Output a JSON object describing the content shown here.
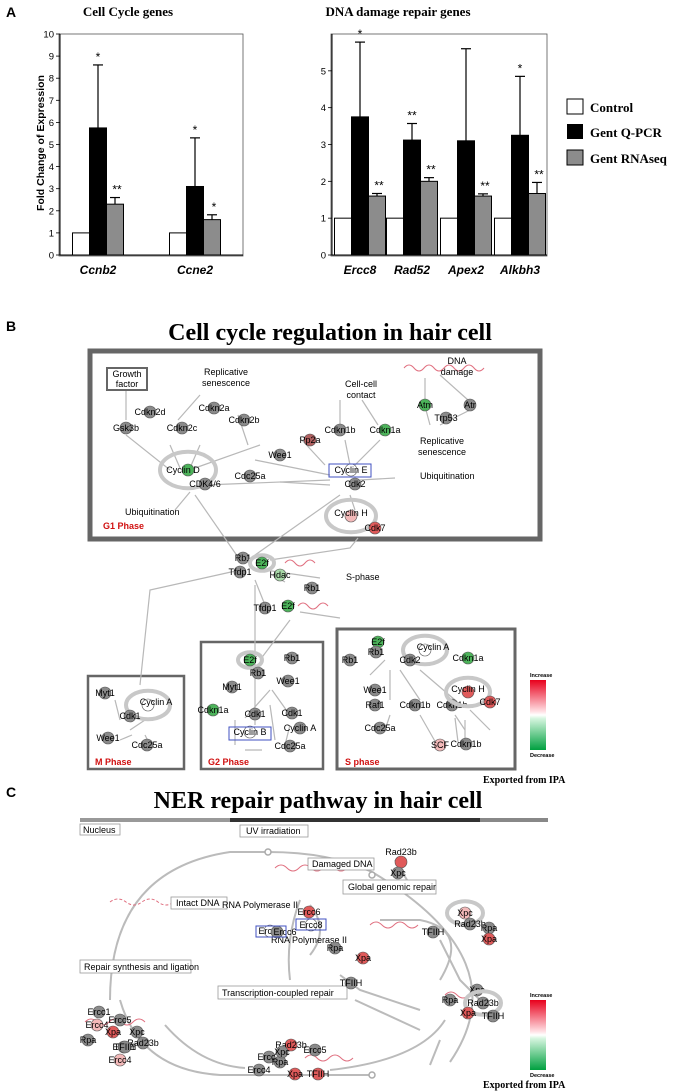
{
  "panel_a": {
    "letter": "A",
    "left_title": "Cell Cycle genes",
    "right_title": "DNA damage repair genes",
    "ylabel": "Fold Change of Expression",
    "legend": [
      "Control",
      "Gent Q-PCR",
      "Gent RNAseq"
    ]
  },
  "chart_data": [
    {
      "type": "bar",
      "title": "Cell Cycle genes",
      "ylabel": "Fold Change of Expression",
      "ylim": [
        0,
        10
      ],
      "yticks": [
        0,
        1,
        2,
        3,
        4,
        5,
        6,
        7,
        8,
        9,
        10
      ],
      "categories": [
        "Ccnb2",
        "Ccne2"
      ],
      "legend_position": "right",
      "grid": false,
      "series": [
        {
          "name": "Control",
          "values": [
            1,
            1
          ],
          "error": [
            0,
            0
          ],
          "sig": [
            "",
            ""
          ],
          "color": "#ffffff"
        },
        {
          "name": "Gent Q-PCR",
          "values": [
            5.75,
            3.1
          ],
          "error": [
            2.85,
            2.2
          ],
          "sig": [
            "*",
            "*"
          ],
          "color": "#000000"
        },
        {
          "name": "Gent RNAseq",
          "values": [
            2.3,
            1.6
          ],
          "error": [
            0.3,
            0.22
          ],
          "sig": [
            "**",
            "*"
          ],
          "color": "#8c8c8c"
        }
      ]
    },
    {
      "type": "bar",
      "title": "DNA damage repair genes",
      "ylabel": "",
      "ylim": [
        0,
        6
      ],
      "yticks": [
        0,
        1,
        2,
        3,
        4,
        5
      ],
      "categories": [
        "Ercc8",
        "Rad52",
        "Apex2",
        "Alkbh3"
      ],
      "legend_position": "right",
      "grid": false,
      "series": [
        {
          "name": "Control",
          "values": [
            1,
            1,
            1,
            1
          ],
          "error": [
            0,
            0,
            0,
            0
          ],
          "sig": [
            "",
            "",
            "",
            ""
          ],
          "color": "#ffffff"
        },
        {
          "name": "Gent Q-PCR",
          "values": [
            3.75,
            3.12,
            3.1,
            3.25
          ],
          "error": [
            2.03,
            0.45,
            2.5,
            1.6
          ],
          "sig": [
            "*",
            "**",
            "",
            "*"
          ],
          "color": "#000000"
        },
        {
          "name": "Gent RNAseq",
          "values": [
            1.6,
            2.0,
            1.6,
            1.67
          ],
          "error": [
            0.07,
            0.1,
            0.06,
            0.3
          ],
          "sig": [
            "**",
            "**",
            "**",
            "**"
          ],
          "color": "#8c8c8c"
        }
      ]
    }
  ],
  "panel_b": {
    "letter": "B",
    "title": "Cell cycle regulation in hair cell",
    "phases": [
      "G1 Phase",
      "M Phase",
      "G2 Phase",
      "S phase"
    ],
    "labels": [
      "Growth factor",
      "Replicative senescence",
      "DNA damage",
      "Cell-cell contact",
      "Replicative senescence",
      "Ubiquitination",
      "Ubiquitination",
      "S-phase"
    ],
    "nodes": [
      "Gsk3b",
      "Cdkn2d",
      "Cdkn2c",
      "Cdkn2a",
      "Cdkn2b",
      "Atm",
      "Atr",
      "Trp53",
      "Cdkn1b",
      "Cdkn1a",
      "Pp2a",
      "Wee1",
      "Cyclin D",
      "CDK4/6",
      "Cyclin E",
      "Cdk2",
      "Cdc25a",
      "Cyclin H",
      "Cdk7",
      "Rb1",
      "Tfdp1",
      "E2f",
      "Hdac",
      "Rb1",
      "Tfdp1",
      "E2f",
      "Myt1",
      "Cyclin A",
      "Cdk1",
      "Wee1",
      "Cdc25a",
      "E2f",
      "Rb1",
      "Rb1",
      "Wee1",
      "Myt1",
      "Cdkn1a",
      "Cdk1",
      "Cdk1",
      "Cyclin B",
      "Cyclin A",
      "Cdc25a",
      "E2f",
      "Rb1",
      "Rb1",
      "Cyclin A",
      "Cdk2",
      "Cdkn1a",
      "Wee1",
      "Raf1",
      "Cdc25a",
      "Cdkn1b",
      "Cdkn1b",
      "Cyclin H",
      "Cdk7",
      "SCF",
      "Cdkn1b"
    ],
    "scale": {
      "increase": "Increase",
      "decrease": "Decrease"
    },
    "credit": "Exported from IPA"
  },
  "panel_c": {
    "letter": "C",
    "title": "NER repair pathway in hair cell",
    "labels": [
      "Nucleus",
      "UV irradiation",
      "Damaged DNA",
      "Global genomic repair",
      "Intact DNA",
      "RNA Polymerase II",
      "RNA Polymerase II",
      "Repair synthesis and ligation",
      "Transcription-coupled repair"
    ],
    "nodes": [
      "Rad23b",
      "Xpc",
      "Xpc",
      "Rad23b",
      "Ercc6",
      "Ercc8",
      "Ercc8",
      "Ercc6",
      "TFIIH",
      "Rpa",
      "Xpa",
      "Rpa",
      "Xpa",
      "TFIIH",
      "Rpa",
      "Xpc",
      "Rad23b",
      "Xpa",
      "TFIIH",
      "Ercc1",
      "Ercc4",
      "Ercc5",
      "Ercc1",
      "Ercc4",
      "Xpa",
      "Xpc",
      "Rad23b",
      "Rpa",
      "TFIIH",
      "Rad23b",
      "Ercc1",
      "Rpa",
      "Ercc5",
      "Ercc4",
      "Xpa",
      "TFIIH",
      "Xpc"
    ],
    "scale": {
      "increase": "Increase",
      "decrease": "Decrease"
    },
    "credit": "Exported from IPA"
  }
}
